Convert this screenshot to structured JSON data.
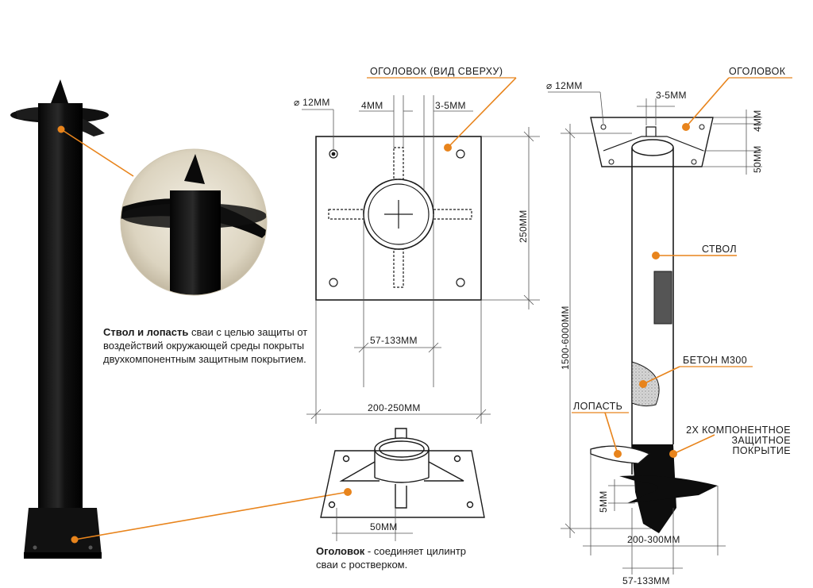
{
  "labels": {
    "head_top_view": "ОГОЛОВОК (ВИД СВЕРХУ)",
    "head": "ОГОЛОВОК",
    "trunk": "СТВОЛ",
    "concrete": "БЕТОН М300",
    "blade": "ЛОПАСТЬ",
    "coating_line1": "2Х КОМПОНЕНТНОЕ",
    "coating_line2": "ЗАЩИТНОЕ",
    "coating_line3": "ПОКРЫТИЕ"
  },
  "dimensions": {
    "hole_diameter_top": "12ММ",
    "hole_diameter_side": "12ММ",
    "rib_4mm": "4ММ",
    "rib_3_5mm": "3-5ММ",
    "plate_size": "250ММ",
    "pipe_diameter_top": "57-133ММ",
    "plate_width": "200-250ММ",
    "rib_height": "50ММ",
    "side_3_5mm": "3-5ММ",
    "side_4mm": "4ММ",
    "side_50mm": "50ММ",
    "pile_length": "1500-6000ММ",
    "blade_thickness": "5ММ",
    "blade_diameter": "200-300ММ",
    "pipe_diameter_side": "57-133ММ"
  },
  "descriptions": {
    "trunk_blade_bold": "Ствол и лопасть",
    "trunk_blade_text": " сваи с целью защиты от воздействий окружающей среды покрыты двухкомпонентным защитным покрытием.",
    "head_bold": "Оголовок",
    "head_text": " - соединяет цилинтр сваи с ростверком."
  },
  "colors": {
    "accent": "#e8841c",
    "line": "#1a1a1a",
    "dim": "#555555",
    "pile": "#0d0d0d"
  }
}
